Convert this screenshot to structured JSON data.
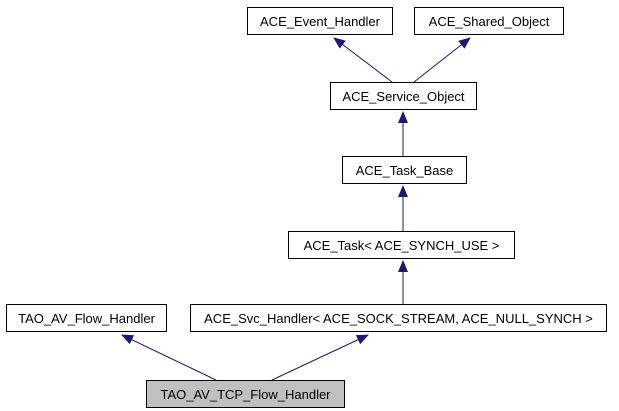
{
  "diagram": {
    "type": "class-inheritance-graph",
    "nodes": {
      "event_handler": {
        "label": "ACE_Event_Handler",
        "fill": "#ffffff",
        "highlighted": false
      },
      "shared_object": {
        "label": "ACE_Shared_Object",
        "fill": "#ffffff",
        "highlighted": false
      },
      "service_object": {
        "label": "ACE_Service_Object",
        "fill": "#ffffff",
        "highlighted": false
      },
      "task_base": {
        "label": "ACE_Task_Base",
        "fill": "#ffffff",
        "highlighted": false
      },
      "task": {
        "label": "ACE_Task< ACE_SYNCH_USE >",
        "fill": "#ffffff",
        "highlighted": false
      },
      "flow_handler": {
        "label": "TAO_AV_Flow_Handler",
        "fill": "#ffffff",
        "highlighted": false
      },
      "svc_handler": {
        "label": "ACE_Svc_Handler< ACE_SOCK_STREAM, ACE_NULL_SYNCH >",
        "fill": "#ffffff",
        "highlighted": false
      },
      "tcp_flow_handler": {
        "label": "TAO_AV_TCP_Flow_Handler",
        "fill": "#c0c0c0",
        "highlighted": true
      }
    },
    "edges": [
      {
        "from": "service_object",
        "to": "event_handler"
      },
      {
        "from": "service_object",
        "to": "shared_object"
      },
      {
        "from": "task_base",
        "to": "service_object"
      },
      {
        "from": "task",
        "to": "task_base"
      },
      {
        "from": "svc_handler",
        "to": "task"
      },
      {
        "from": "tcp_flow_handler",
        "to": "flow_handler"
      },
      {
        "from": "tcp_flow_handler",
        "to": "svc_handler"
      }
    ],
    "colors": {
      "arrow": "#191970",
      "node_border": "#000000",
      "node_fill": "#ffffff",
      "highlight_fill": "#c0c0c0",
      "background": "#ffffff"
    }
  }
}
